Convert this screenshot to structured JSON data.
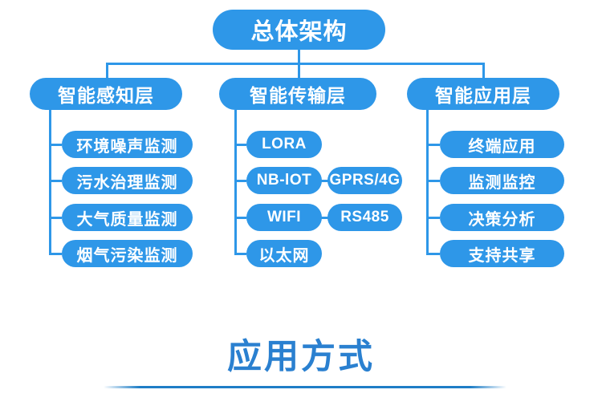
{
  "tree": {
    "root": {
      "label": "总体架构"
    },
    "branches": [
      {
        "label": "智能感知层",
        "children": [
          {
            "label": "环境噪声监测"
          },
          {
            "label": "污水治理监测"
          },
          {
            "label": "大气质量监测"
          },
          {
            "label": "烟气污染监测"
          }
        ]
      },
      {
        "label": "智能传输层",
        "children": [
          {
            "label": "LORA"
          },
          {
            "label": "NB-lOT",
            "side_label": "GPRS/4G"
          },
          {
            "label": "WIFI",
            "side_label": "RS485"
          },
          {
            "label": "以太网"
          }
        ]
      },
      {
        "label": "智能应用层",
        "children": [
          {
            "label": "终端应用"
          },
          {
            "label": "监测监控"
          },
          {
            "label": "决策分析"
          },
          {
            "label": "支持共享"
          }
        ]
      }
    ]
  },
  "footer": {
    "title": "应用方式"
  },
  "colors": {
    "node_blue": "#2E97E8",
    "connector_blue": "#2E97E8",
    "title_blue": "#2A80D0",
    "divider_blue": "#1E7DC6"
  }
}
